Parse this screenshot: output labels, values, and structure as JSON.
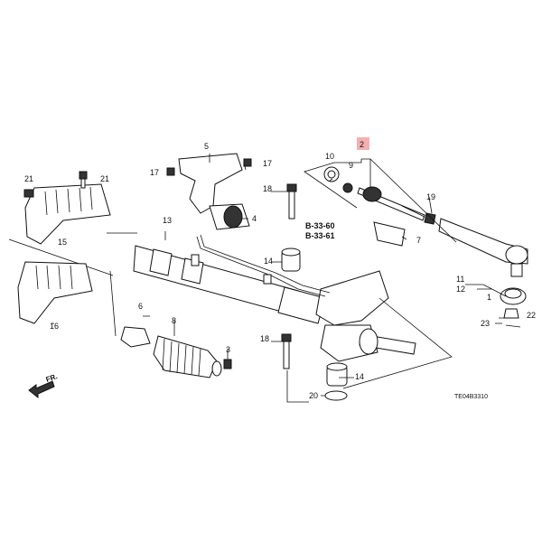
{
  "diagram": {
    "part_numbers": {
      "p1": "1",
      "p2": "2",
      "p3": "3",
      "p4": "4",
      "p5": "5",
      "p6": "6",
      "p7": "7",
      "p8": "8",
      "p9": "9",
      "p10": "10",
      "p11": "11",
      "p12": "12",
      "p13": "13",
      "p14a": "14",
      "p14b": "14",
      "p15": "15",
      "p16": "16",
      "p17a": "17",
      "p17b": "17",
      "p18a": "18",
      "p18b": "18",
      "p19": "19",
      "p20": "20",
      "p21a": "21",
      "p21b": "21",
      "p22": "22",
      "p23": "23"
    },
    "references": {
      "ref1": "B-33-60",
      "ref2": "B-33-61"
    },
    "front_label": "FR.",
    "diagram_code": "TE04B3310",
    "highlight_color": "#f4b0b0"
  }
}
